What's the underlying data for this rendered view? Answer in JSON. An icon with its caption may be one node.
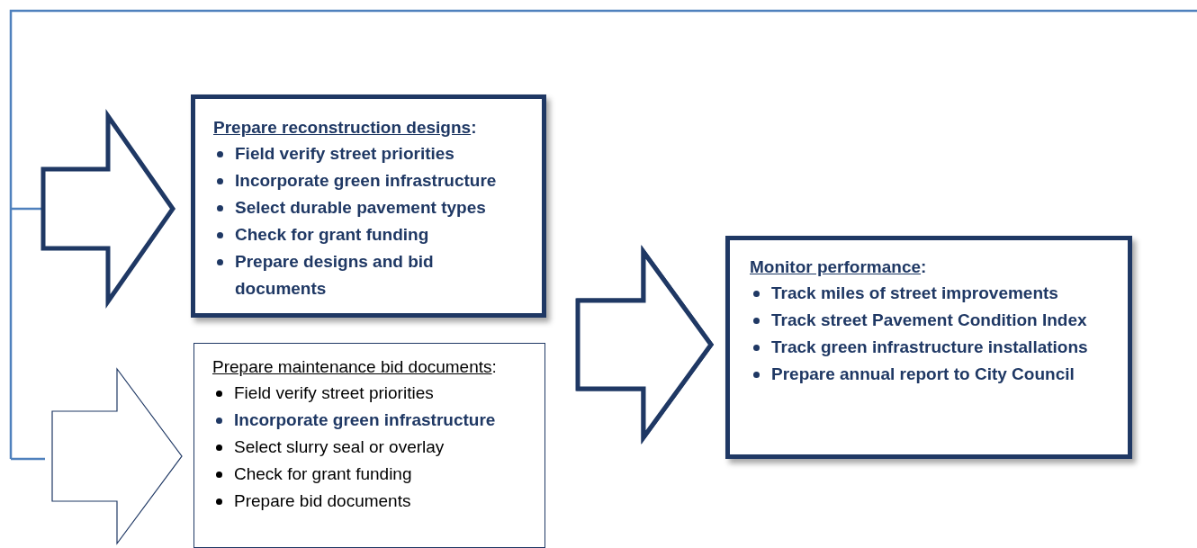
{
  "diagram": {
    "nodes": [
      {
        "text": [
          "Prepare reconstruction designs:",
          "Field verify street priorities",
          "Incorporate green infrastructure",
          "Select durable pavement types",
          "Check for grant funding",
          "Prepare designs and bid documents"
        ]
      },
      {
        "text": [
          "Prepare maintenance bid documents:",
          "Field verify street priorities",
          "Incorporate green infrastructure",
          "Select slurry seal or overlay",
          "Check for grant funding",
          "Prepare bid documents"
        ]
      },
      {
        "text": [
          "Monitor performance:",
          "Track miles of street improvements",
          "Track street Pavement Condition Index",
          "Track green infrastructure installations",
          "Prepare annual report to City Council"
        ]
      }
    ],
    "edges": [
      {
        "from": null,
        "to": 0,
        "arrow": "to"
      },
      {
        "from": null,
        "to": 1,
        "arrow": "to"
      },
      {
        "from": 0,
        "to": 2,
        "arrow": "to"
      },
      {
        "from": 1,
        "to": 2,
        "arrow": "to"
      }
    ]
  }
}
